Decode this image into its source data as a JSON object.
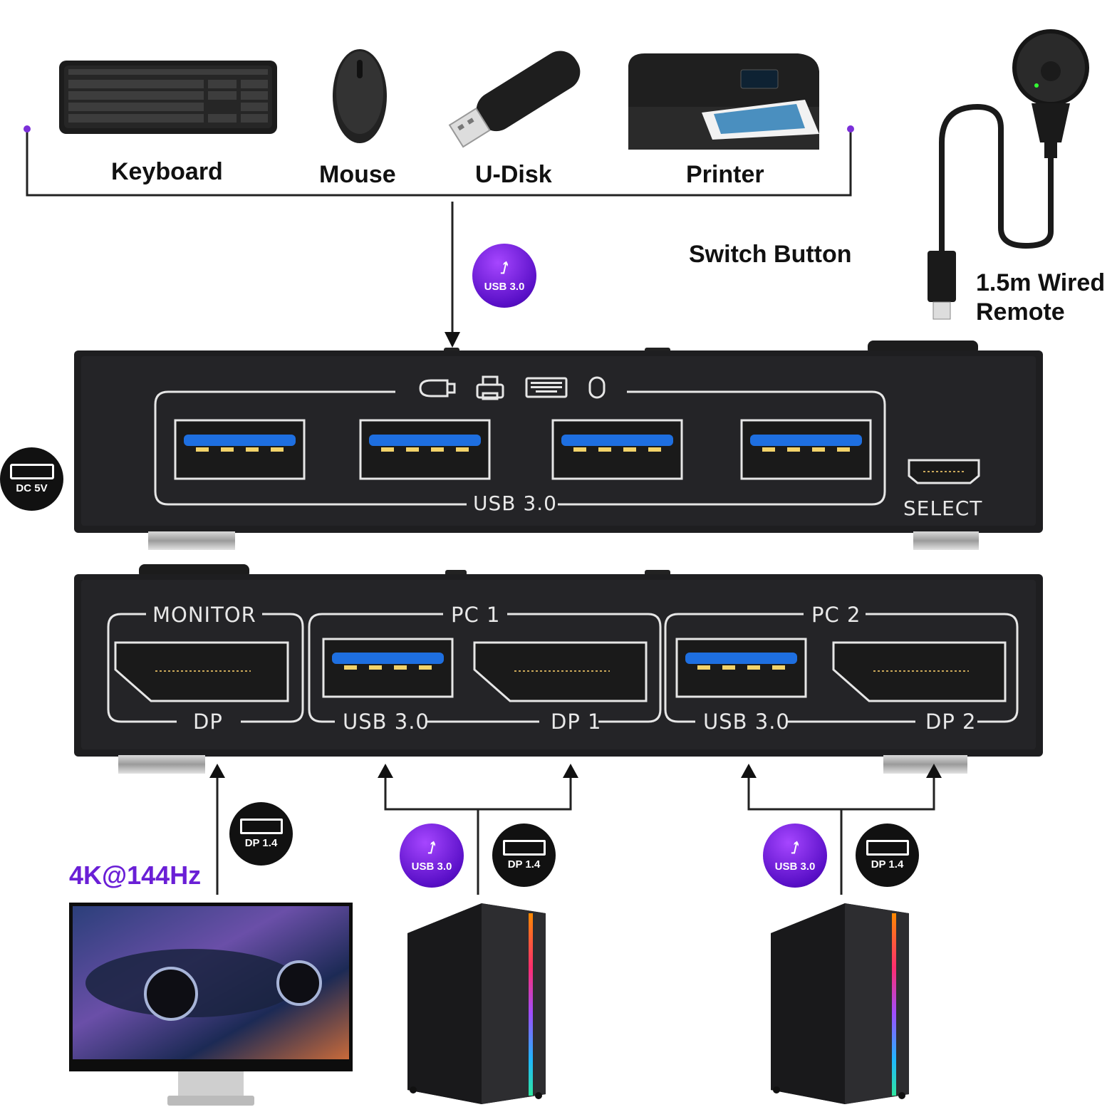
{
  "peripherals": {
    "keyboard": "Keyboard",
    "mouse": "Mouse",
    "udisk": "U-Disk",
    "printer": "Printer"
  },
  "remote": {
    "switch_label": "Switch Button",
    "cable_label_line1": "1.5m Wired",
    "cable_label_line2": "Remote"
  },
  "badges": {
    "usb": "USB 3.0",
    "dp": "DP 1.4",
    "power": "DC 5V"
  },
  "front_panel": {
    "usb_label": "USB 3.0",
    "select_label": "SELECT"
  },
  "back_panel": {
    "monitor_label": "MONITOR",
    "monitor_port": "DP",
    "pc1_label": "PC 1",
    "pc1_usb": "USB 3.0",
    "pc1_dp": "DP 1",
    "pc2_label": "PC 2",
    "pc2_usb": "USB 3.0",
    "pc2_dp": "DP 2"
  },
  "monitor": {
    "resolution": "4K@144Hz"
  },
  "colors": {
    "accent_purple": "#6a1fd6",
    "device_body": "#1c1c1e",
    "usb_blue": "#1e6fe0"
  }
}
